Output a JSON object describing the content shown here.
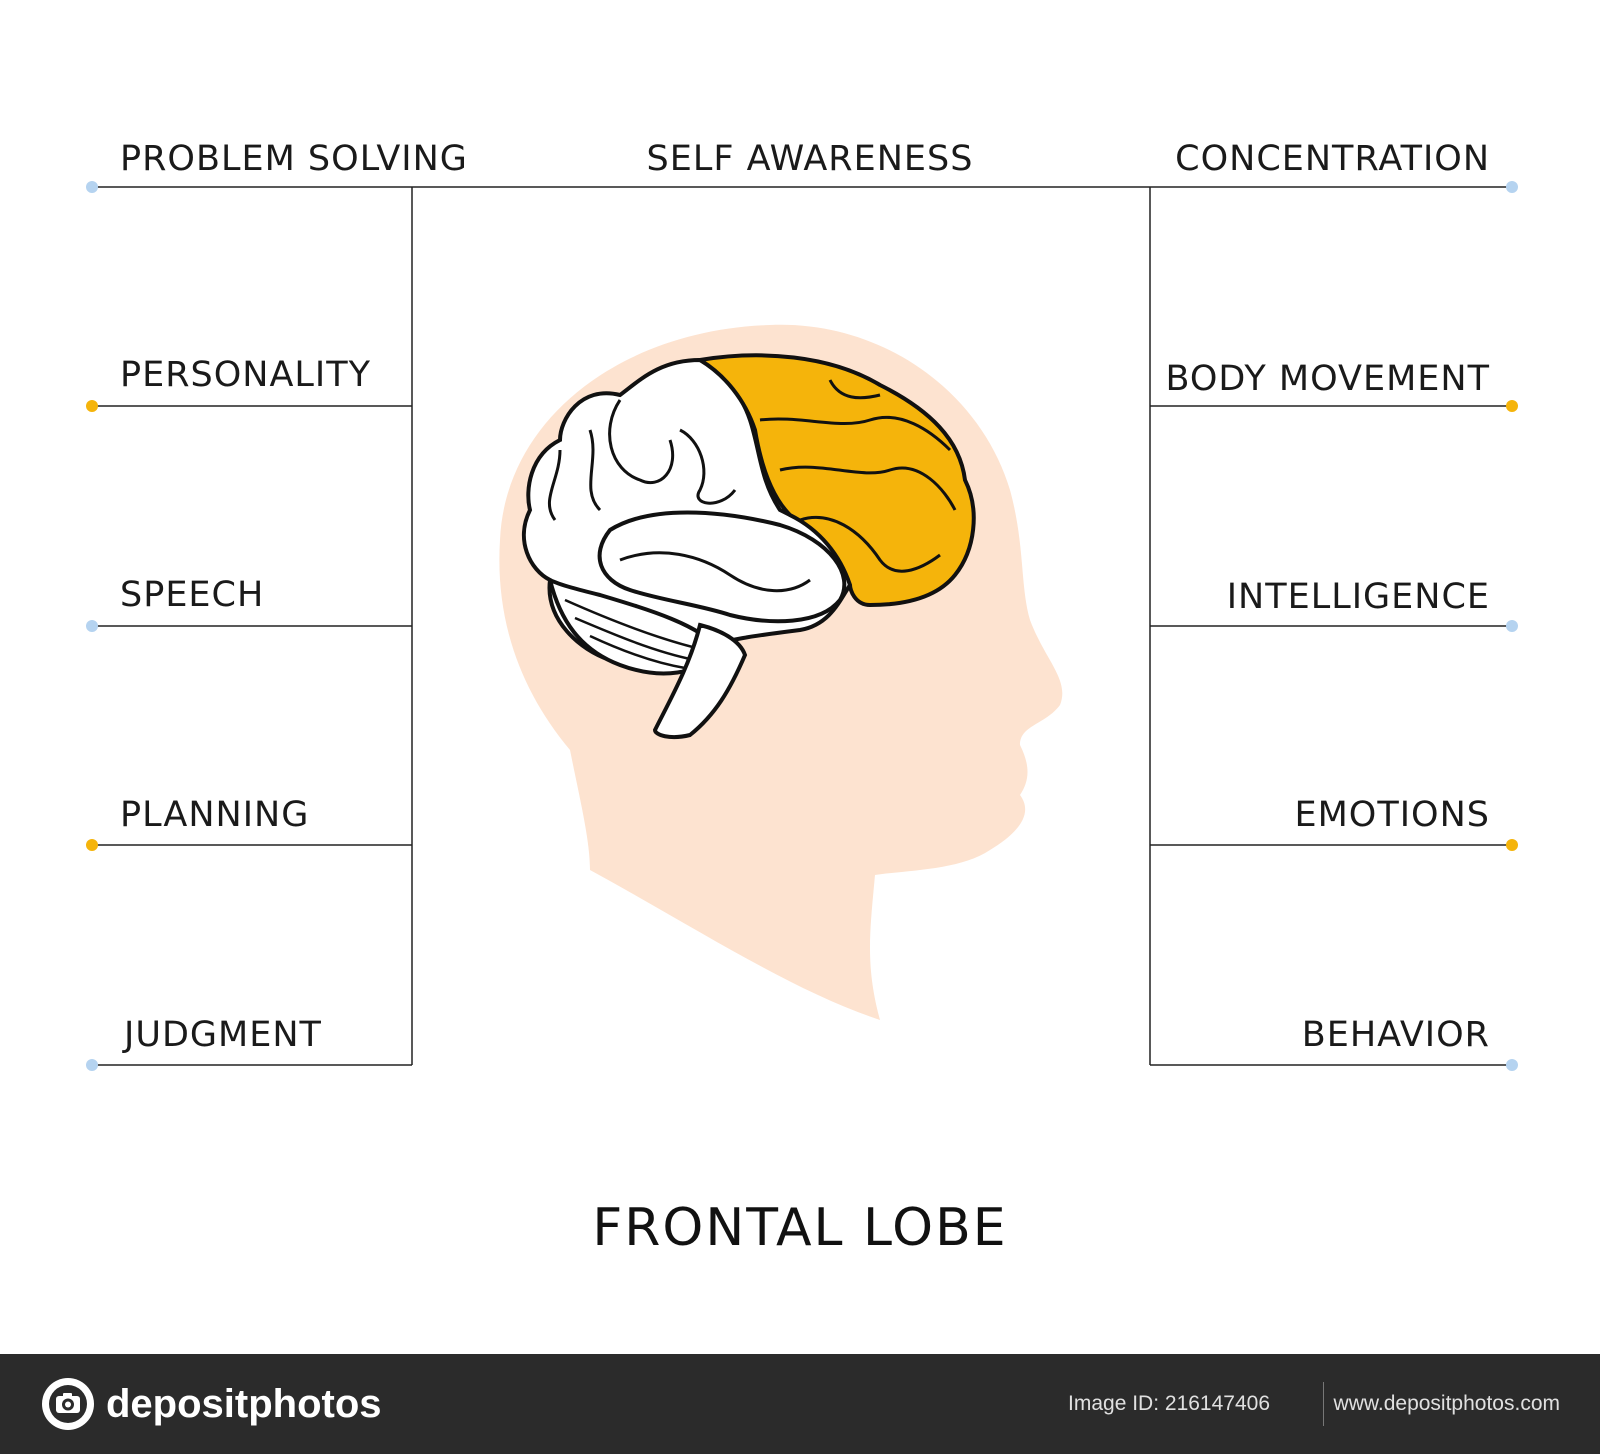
{
  "diagram": {
    "title": "FRONTAL LOBE",
    "top_center_label": "SELF AWARENESS",
    "left_labels": [
      "PROBLEM SOLVING",
      "PERSONALITY",
      "SPEECH",
      "PLANNING",
      "JUDGMENT"
    ],
    "right_labels": [
      "CONCENTRATION",
      "BODY MOVEMENT",
      "INTELLIGENCE",
      "EMOTIONS",
      "BEHAVIOR"
    ],
    "colors": {
      "highlight_lobe": "#f5b40b",
      "head_silhouette": "#fde3d0",
      "dot_blue": "#b5d3f0",
      "dot_orange": "#f5b40b",
      "line": "#222222"
    }
  },
  "footer": {
    "brand": "depositphotos",
    "image_id": "Image ID: 216147406",
    "website": "www.depositphotos.com"
  }
}
